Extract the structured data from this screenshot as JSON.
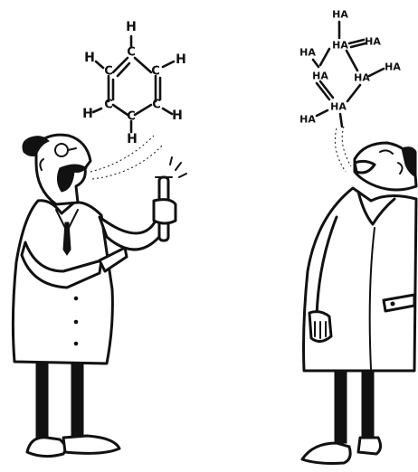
{
  "benzene": {
    "carbon": "C",
    "hydrogen": "H"
  },
  "laugh": {
    "unit": "HA"
  }
}
